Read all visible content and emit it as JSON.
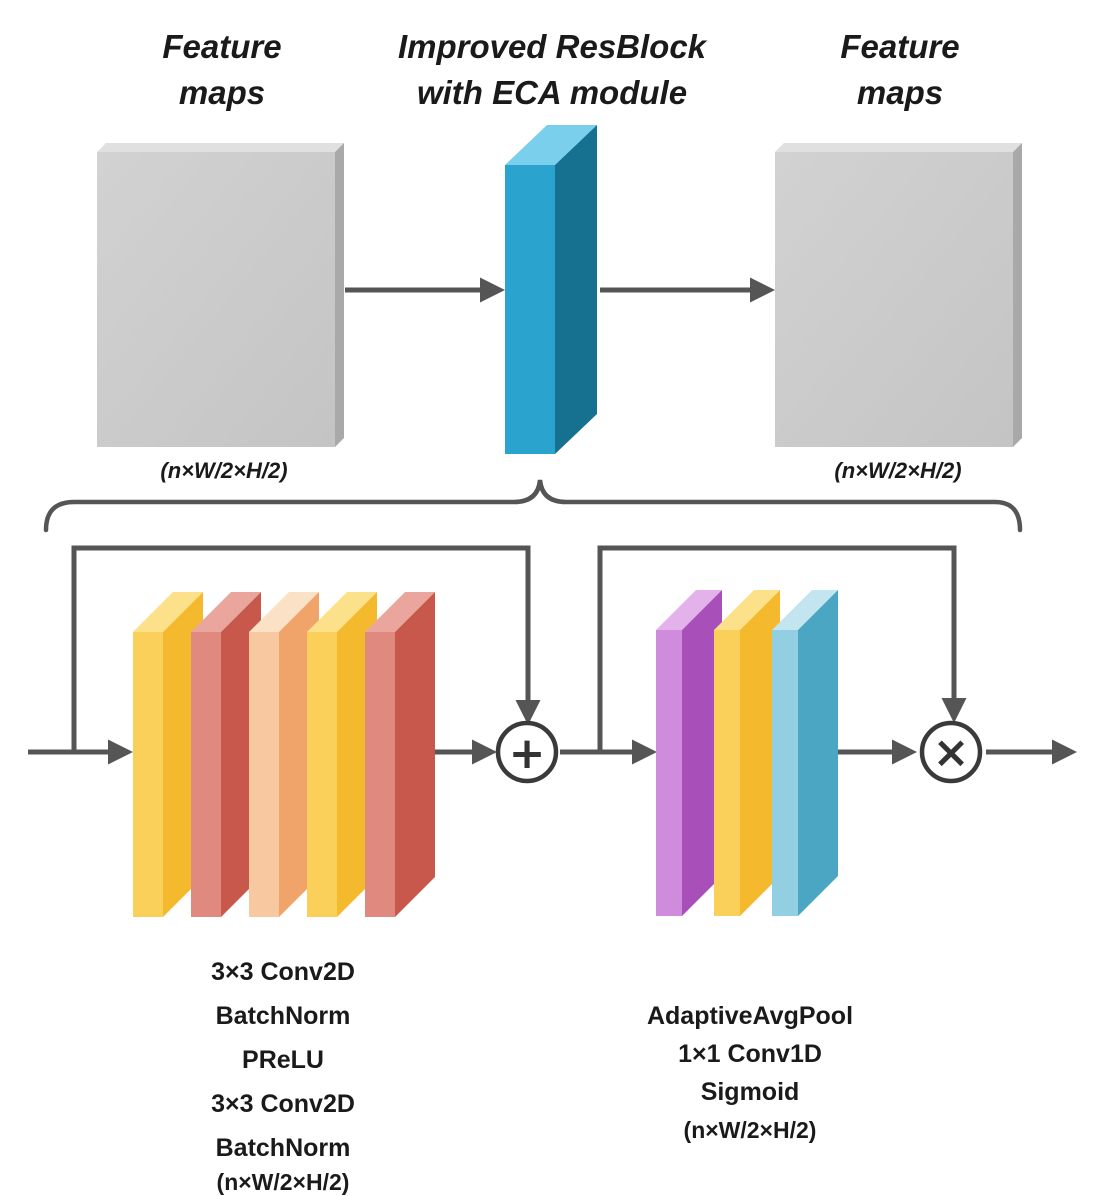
{
  "top": {
    "left_title": [
      "Feature",
      "maps"
    ],
    "middle_title": [
      "Improved ResBlock",
      "with ECA module"
    ],
    "right_title": [
      "Feature",
      "maps"
    ],
    "left_dims": "(n×W/2×H/2)",
    "right_dims": "(n×W/2×H/2)"
  },
  "resblock": {
    "layers": [
      "3×3 Conv2D",
      "BatchNorm",
      "PReLU",
      "3×3 Conv2D",
      "BatchNorm",
      "(n×W/2×H/2)"
    ]
  },
  "eca": {
    "layers": [
      "AdaptiveAvgPool",
      "1×1 Conv1D",
      "Sigmoid",
      "(n×W/2×H/2)"
    ]
  },
  "operators": {
    "add": "+",
    "multiply": "×"
  },
  "colors": {
    "feature_map": "#c9c9c9",
    "resblock_block": "#2ba3cf",
    "conv": "#f7c648",
    "batchnorm": "#d87468",
    "prelu": "#f5b98a",
    "pool": "#c06fcf",
    "conv1d": "#f7c648",
    "sigmoid": "#7ec5db",
    "arrow": "#555555"
  }
}
